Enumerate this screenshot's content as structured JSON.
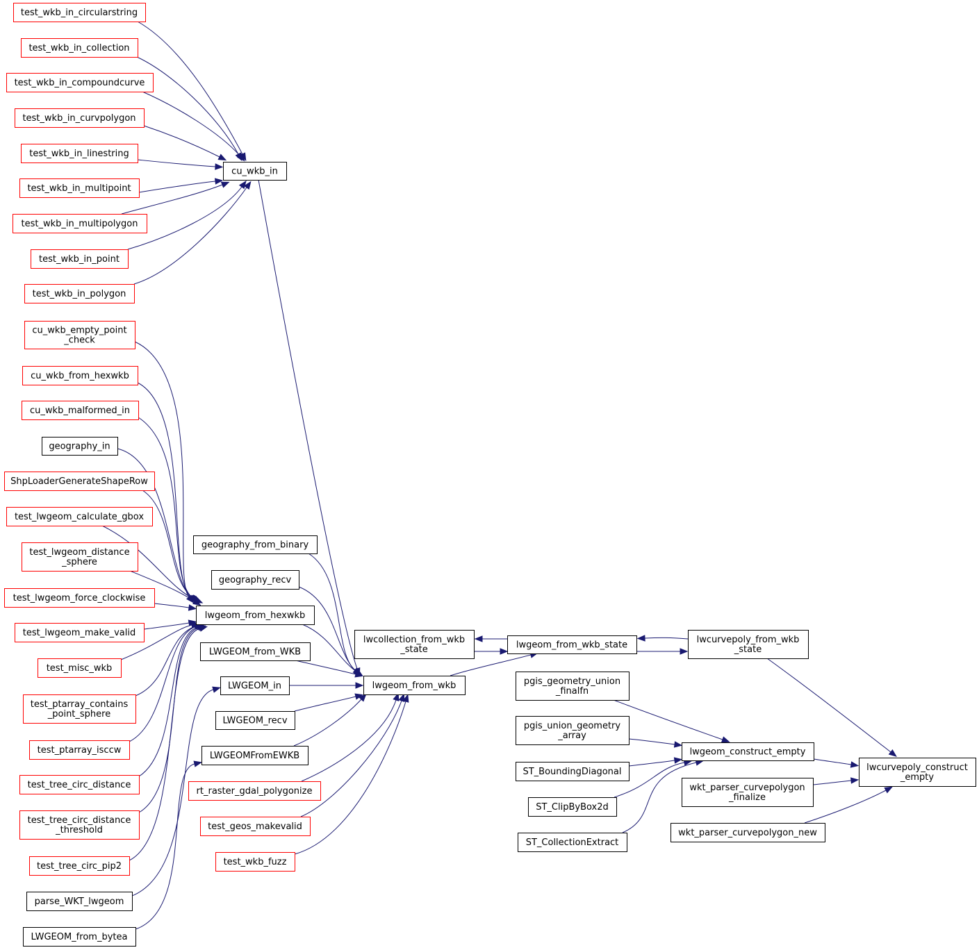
{
  "colors": {
    "edge": "#191970",
    "border_normal": "#000000",
    "border_unlinked": "#ff0000",
    "focus_fill": "#bfbfbf"
  },
  "nodes": [
    {
      "id": "test_wkb_in_circularstring",
      "lines": [
        "test_wkb_in_circularstring"
      ],
      "border": "red"
    },
    {
      "id": "test_wkb_in_collection",
      "lines": [
        "test_wkb_in_collection"
      ],
      "border": "red"
    },
    {
      "id": "test_wkb_in_compoundcurve",
      "lines": [
        "test_wkb_in_compoundcurve"
      ],
      "border": "red"
    },
    {
      "id": "test_wkb_in_curvpolygon",
      "lines": [
        "test_wkb_in_curvpolygon"
      ],
      "border": "red"
    },
    {
      "id": "test_wkb_in_linestring",
      "lines": [
        "test_wkb_in_linestring"
      ],
      "border": "red"
    },
    {
      "id": "test_wkb_in_multipoint",
      "lines": [
        "test_wkb_in_multipoint"
      ],
      "border": "red"
    },
    {
      "id": "test_wkb_in_multipolygon",
      "lines": [
        "test_wkb_in_multipolygon"
      ],
      "border": "red"
    },
    {
      "id": "test_wkb_in_point",
      "lines": [
        "test_wkb_in_point"
      ],
      "border": "red"
    },
    {
      "id": "test_wkb_in_polygon",
      "lines": [
        "test_wkb_in_polygon"
      ],
      "border": "red"
    },
    {
      "id": "cu_wkb_in",
      "lines": [
        "cu_wkb_in"
      ],
      "border": "black"
    },
    {
      "id": "cu_wkb_empty_point_check",
      "lines": [
        "cu_wkb_empty_point",
        "_check"
      ],
      "border": "red"
    },
    {
      "id": "cu_wkb_from_hexwkb",
      "lines": [
        "cu_wkb_from_hexwkb"
      ],
      "border": "red"
    },
    {
      "id": "cu_wkb_malformed_in",
      "lines": [
        "cu_wkb_malformed_in"
      ],
      "border": "red"
    },
    {
      "id": "geography_in",
      "lines": [
        "geography_in"
      ],
      "border": "black"
    },
    {
      "id": "ShpLoaderGenerateShapeRow",
      "lines": [
        "ShpLoaderGenerateShapeRow"
      ],
      "border": "red"
    },
    {
      "id": "test_lwgeom_calculate_gbox",
      "lines": [
        "test_lwgeom_calculate_gbox"
      ],
      "border": "red"
    },
    {
      "id": "test_lwgeom_distance_sphere",
      "lines": [
        "test_lwgeom_distance",
        "_sphere"
      ],
      "border": "red"
    },
    {
      "id": "test_lwgeom_force_clockwise",
      "lines": [
        "test_lwgeom_force_clockwise"
      ],
      "border": "red"
    },
    {
      "id": "test_lwgeom_make_valid",
      "lines": [
        "test_lwgeom_make_valid"
      ],
      "border": "red"
    },
    {
      "id": "test_misc_wkb",
      "lines": [
        "test_misc_wkb"
      ],
      "border": "red"
    },
    {
      "id": "test_ptarray_contains_point_sphere",
      "lines": [
        "test_ptarray_contains",
        "_point_sphere"
      ],
      "border": "red"
    },
    {
      "id": "test_ptarray_isccw",
      "lines": [
        "test_ptarray_isccw"
      ],
      "border": "red"
    },
    {
      "id": "test_tree_circ_distance",
      "lines": [
        "test_tree_circ_distance"
      ],
      "border": "red"
    },
    {
      "id": "test_tree_circ_distance_threshold",
      "lines": [
        "test_tree_circ_distance",
        "_threshold"
      ],
      "border": "red"
    },
    {
      "id": "test_tree_circ_pip2",
      "lines": [
        "test_tree_circ_pip2"
      ],
      "border": "red"
    },
    {
      "id": "parse_WKT_lwgeom",
      "lines": [
        "parse_WKT_lwgeom"
      ],
      "border": "black"
    },
    {
      "id": "LWGEOM_from_bytea",
      "lines": [
        "LWGEOM_from_bytea"
      ],
      "border": "black"
    },
    {
      "id": "geography_from_binary",
      "lines": [
        "geography_from_binary"
      ],
      "border": "black"
    },
    {
      "id": "geography_recv",
      "lines": [
        "geography_recv"
      ],
      "border": "black"
    },
    {
      "id": "lwgeom_from_hexwkb",
      "lines": [
        "lwgeom_from_hexwkb"
      ],
      "border": "black"
    },
    {
      "id": "LWGEOM_from_WKB",
      "lines": [
        "LWGEOM_from_WKB"
      ],
      "border": "black"
    },
    {
      "id": "LWGEOM_in",
      "lines": [
        "LWGEOM_in"
      ],
      "border": "black"
    },
    {
      "id": "LWGEOM_recv",
      "lines": [
        "LWGEOM_recv"
      ],
      "border": "black"
    },
    {
      "id": "LWGEOMFromEWKB",
      "lines": [
        "LWGEOMFromEWKB"
      ],
      "border": "black"
    },
    {
      "id": "rt_raster_gdal_polygonize",
      "lines": [
        "rt_raster_gdal_polygonize"
      ],
      "border": "red"
    },
    {
      "id": "test_geos_makevalid",
      "lines": [
        "test_geos_makevalid"
      ],
      "border": "red"
    },
    {
      "id": "test_wkb_fuzz",
      "lines": [
        "test_wkb_fuzz"
      ],
      "border": "red"
    },
    {
      "id": "lwcollection_from_wkb_state",
      "lines": [
        "lwcollection_from_wkb",
        "_state"
      ],
      "border": "black"
    },
    {
      "id": "lwgeom_from_wkb_state",
      "lines": [
        "lwgeom_from_wkb_state"
      ],
      "border": "black"
    },
    {
      "id": "lwgeom_from_wkb",
      "lines": [
        "lwgeom_from_wkb"
      ],
      "border": "black"
    },
    {
      "id": "pgis_geometry_union_finalfn",
      "lines": [
        "pgis_geometry_union",
        "_finalfn"
      ],
      "border": "black"
    },
    {
      "id": "pgis_union_geometry_array",
      "lines": [
        "pgis_union_geometry",
        "_array"
      ],
      "border": "black"
    },
    {
      "id": "ST_BoundingDiagonal",
      "lines": [
        "ST_BoundingDiagonal"
      ],
      "border": "black"
    },
    {
      "id": "ST_ClipByBox2d",
      "lines": [
        "ST_ClipByBox2d"
      ],
      "border": "black"
    },
    {
      "id": "ST_CollectionExtract",
      "lines": [
        "ST_CollectionExtract"
      ],
      "border": "black"
    },
    {
      "id": "lwcurvepoly_from_wkb_state",
      "lines": [
        "lwcurvepoly_from_wkb",
        "_state"
      ],
      "border": "black"
    },
    {
      "id": "lwgeom_construct_empty",
      "lines": [
        "lwgeom_construct_empty"
      ],
      "border": "black"
    },
    {
      "id": "wkt_parser_curvepolygon_finalize",
      "lines": [
        "wkt_parser_curvepolygon",
        "_finalize"
      ],
      "border": "black"
    },
    {
      "id": "wkt_parser_curvepolygon_new",
      "lines": [
        "wkt_parser_curvepolygon_new"
      ],
      "border": "black"
    },
    {
      "id": "lwcurvepoly_construct_empty",
      "lines": [
        "lwcurvepoly_construct",
        "_empty"
      ],
      "border": "black",
      "focus": true
    }
  ],
  "edges": [
    {
      "from": "test_wkb_in_circularstring",
      "to": "cu_wkb_in"
    },
    {
      "from": "test_wkb_in_collection",
      "to": "cu_wkb_in"
    },
    {
      "from": "test_wkb_in_compoundcurve",
      "to": "cu_wkb_in"
    },
    {
      "from": "test_wkb_in_curvpolygon",
      "to": "cu_wkb_in"
    },
    {
      "from": "test_wkb_in_linestring",
      "to": "cu_wkb_in"
    },
    {
      "from": "test_wkb_in_multipoint",
      "to": "cu_wkb_in"
    },
    {
      "from": "test_wkb_in_multipolygon",
      "to": "cu_wkb_in"
    },
    {
      "from": "test_wkb_in_point",
      "to": "cu_wkb_in"
    },
    {
      "from": "test_wkb_in_polygon",
      "to": "cu_wkb_in"
    },
    {
      "from": "cu_wkb_in",
      "to": "lwgeom_from_wkb"
    },
    {
      "from": "cu_wkb_empty_point_check",
      "to": "lwgeom_from_hexwkb"
    },
    {
      "from": "cu_wkb_from_hexwkb",
      "to": "lwgeom_from_hexwkb"
    },
    {
      "from": "cu_wkb_malformed_in",
      "to": "lwgeom_from_hexwkb"
    },
    {
      "from": "geography_in",
      "to": "lwgeom_from_hexwkb"
    },
    {
      "from": "ShpLoaderGenerateShapeRow",
      "to": "lwgeom_from_hexwkb"
    },
    {
      "from": "test_lwgeom_calculate_gbox",
      "to": "lwgeom_from_hexwkb"
    },
    {
      "from": "test_lwgeom_distance_sphere",
      "to": "lwgeom_from_hexwkb"
    },
    {
      "from": "test_lwgeom_force_clockwise",
      "to": "lwgeom_from_hexwkb"
    },
    {
      "from": "test_lwgeom_make_valid",
      "to": "lwgeom_from_hexwkb"
    },
    {
      "from": "test_misc_wkb",
      "to": "lwgeom_from_hexwkb"
    },
    {
      "from": "test_ptarray_contains_point_sphere",
      "to": "lwgeom_from_hexwkb"
    },
    {
      "from": "test_ptarray_isccw",
      "to": "lwgeom_from_hexwkb"
    },
    {
      "from": "test_tree_circ_distance",
      "to": "lwgeom_from_hexwkb"
    },
    {
      "from": "test_tree_circ_distance_threshold",
      "to": "lwgeom_from_hexwkb"
    },
    {
      "from": "test_tree_circ_pip2",
      "to": "lwgeom_from_hexwkb"
    },
    {
      "from": "parse_WKT_lwgeom",
      "to": "LWGEOM_in"
    },
    {
      "from": "LWGEOM_from_bytea",
      "to": "LWGEOMFromEWKB"
    },
    {
      "from": "geography_from_binary",
      "to": "lwgeom_from_wkb"
    },
    {
      "from": "geography_recv",
      "to": "lwgeom_from_wkb"
    },
    {
      "from": "lwgeom_from_hexwkb",
      "to": "lwgeom_from_wkb"
    },
    {
      "from": "LWGEOM_from_WKB",
      "to": "lwgeom_from_wkb"
    },
    {
      "from": "LWGEOM_in",
      "to": "lwgeom_from_wkb"
    },
    {
      "from": "LWGEOM_recv",
      "to": "lwgeom_from_wkb"
    },
    {
      "from": "LWGEOMFromEWKB",
      "to": "lwgeom_from_wkb"
    },
    {
      "from": "rt_raster_gdal_polygonize",
      "to": "lwgeom_from_wkb"
    },
    {
      "from": "test_geos_makevalid",
      "to": "lwgeom_from_wkb"
    },
    {
      "from": "test_wkb_fuzz",
      "to": "lwgeom_from_wkb"
    },
    {
      "from": "lwgeom_from_wkb",
      "to": "lwgeom_from_wkb_state"
    },
    {
      "from": "lwcollection_from_wkb_state",
      "to": "lwgeom_from_wkb_state"
    },
    {
      "from": "lwgeom_from_wkb_state",
      "to": "lwcollection_from_wkb_state"
    },
    {
      "from": "lwgeom_from_wkb_state",
      "to": "lwcurvepoly_from_wkb_state"
    },
    {
      "from": "lwcurvepoly_from_wkb_state",
      "to": "lwgeom_from_wkb_state"
    },
    {
      "from": "lwcurvepoly_from_wkb_state",
      "to": "lwcurvepoly_construct_empty"
    },
    {
      "from": "pgis_geometry_union_finalfn",
      "to": "lwgeom_construct_empty"
    },
    {
      "from": "pgis_union_geometry_array",
      "to": "lwgeom_construct_empty"
    },
    {
      "from": "ST_BoundingDiagonal",
      "to": "lwgeom_construct_empty"
    },
    {
      "from": "ST_ClipByBox2d",
      "to": "lwgeom_construct_empty"
    },
    {
      "from": "ST_CollectionExtract",
      "to": "lwgeom_construct_empty"
    },
    {
      "from": "lwgeom_construct_empty",
      "to": "lwcurvepoly_construct_empty"
    },
    {
      "from": "wkt_parser_curvepolygon_finalize",
      "to": "lwcurvepoly_construct_empty"
    },
    {
      "from": "wkt_parser_curvepolygon_new",
      "to": "lwcurvepoly_construct_empty"
    }
  ]
}
